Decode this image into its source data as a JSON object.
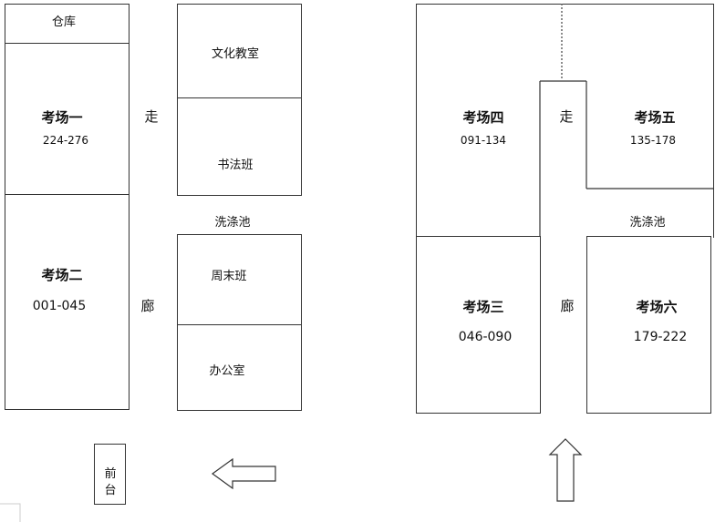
{
  "left": {
    "storage": "仓库",
    "exam1": {
      "name": "考场一",
      "range": "224-276"
    },
    "exam2": {
      "name": "考场二",
      "range": "001-045"
    },
    "corridor_top": "走",
    "corridor_bottom": "廊",
    "culture_room": "文化教室",
    "calligraphy": "书法班",
    "washroom": "洗涤池",
    "weekend_class": "周末班",
    "office": "办公室",
    "front_desk_1": "前",
    "front_desk_2": "台"
  },
  "right": {
    "exam4": {
      "name": "考场四",
      "range": "091-134"
    },
    "exam5": {
      "name": "考场五",
      "range": "135-178"
    },
    "exam3": {
      "name": "考场三",
      "range": "046-090"
    },
    "exam6": {
      "name": "考场六",
      "range": "179-222"
    },
    "corridor_top": "走",
    "corridor_bottom": "廊",
    "washroom": "洗涤池"
  }
}
